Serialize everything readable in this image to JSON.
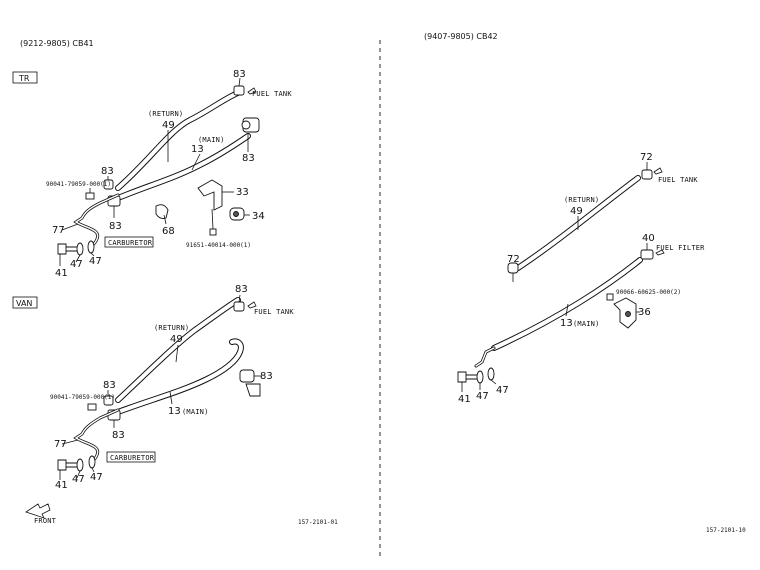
{
  "left": {
    "header": "(9212-9805) CB41",
    "tr_box": "TR",
    "van_box": "VAN",
    "front_label": "FRONT",
    "figure_code": "157-2101-01",
    "tr": {
      "labels": {
        "fuel_tank": "FUEL TANK",
        "return": "(RETURN)",
        "main": "(MAIN)",
        "carburetor": "CARBURETOR"
      },
      "part_numbers": {
        "pn_90041": "90041-79059-000(1)",
        "pn_91651": "91651-40014-000(1)"
      },
      "callouts": {
        "c83a": "83",
        "c49": "49",
        "c13": "13",
        "c83b": "83",
        "c83c": "83",
        "c83d": "83",
        "c33": "33",
        "c34": "34",
        "c68": "68",
        "c77": "77",
        "c41": "41",
        "c47a": "47",
        "c47b": "47"
      }
    },
    "van": {
      "labels": {
        "fuel_tank": "FUEL TANK",
        "return": "(RETURN)",
        "main": "(MAIN)",
        "carburetor": "CARBURETOR"
      },
      "part_numbers": {
        "pn_90041": "90041-79059-000(1)"
      },
      "callouts": {
        "c83a": "83",
        "c49": "49",
        "c83b": "83",
        "c83c": "83",
        "c13": "13",
        "c83d": "83",
        "c77": "77",
        "c41": "41",
        "c47a": "47",
        "c47b": "47"
      }
    }
  },
  "right": {
    "header": "(9407-9805) CB42",
    "figure_code": "157-2101-10",
    "labels": {
      "fuel_tank": "FUEL TANK",
      "fuel_filter": "FUEL FILTER",
      "return": "(RETURN)",
      "main": "(MAIN)"
    },
    "part_numbers": {
      "pn_90066": "90066-60625-000(2)"
    },
    "callouts": {
      "c72a": "72",
      "c49": "49",
      "c72b": "72",
      "c40": "40",
      "c36": "36",
      "c13": "13",
      "c41": "41",
      "c47a": "47",
      "c47b": "47"
    }
  }
}
